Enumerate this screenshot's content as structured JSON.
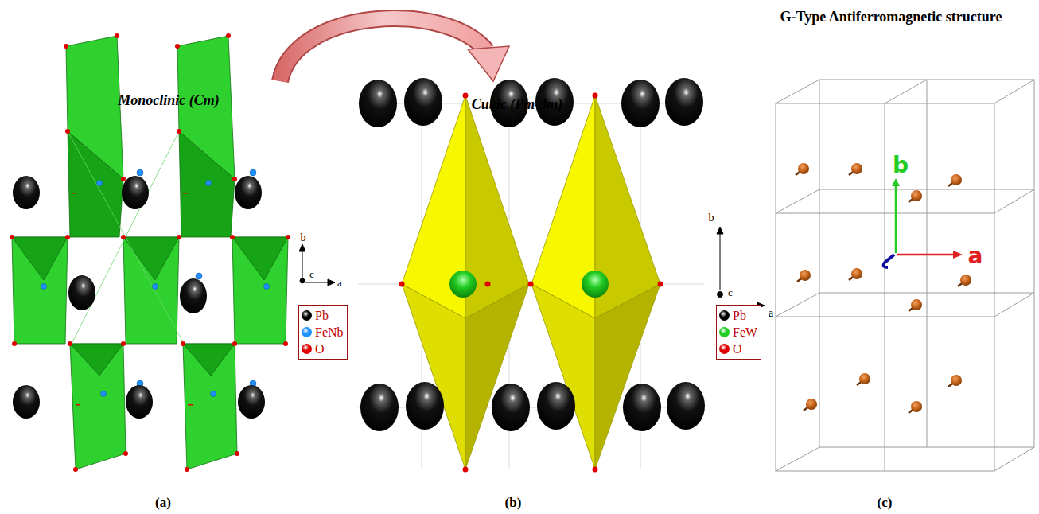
{
  "diagram": {
    "labels": [
      "Monoclinic (Cm)",
      "Cubic (Pm-3m)",
      "G-Type Antiferromagnetic structure",
      "b",
      "c",
      "a",
      "b",
      "c",
      "a",
      "b",
      "a",
      "(a)",
      "(b)",
      "(c)"
    ],
    "legend": [
      {
        "text": "Pb",
        "color": "#000000"
      },
      {
        "text": "FeNb",
        "color": "#1e90ff"
      },
      {
        "text": "O",
        "color": "#e00000"
      },
      {
        "text": "Pb",
        "color": "#000000"
      },
      {
        "text": "FeW",
        "color": "#22cc22"
      },
      {
        "text": "O",
        "color": "#e00000"
      }
    ]
  }
}
